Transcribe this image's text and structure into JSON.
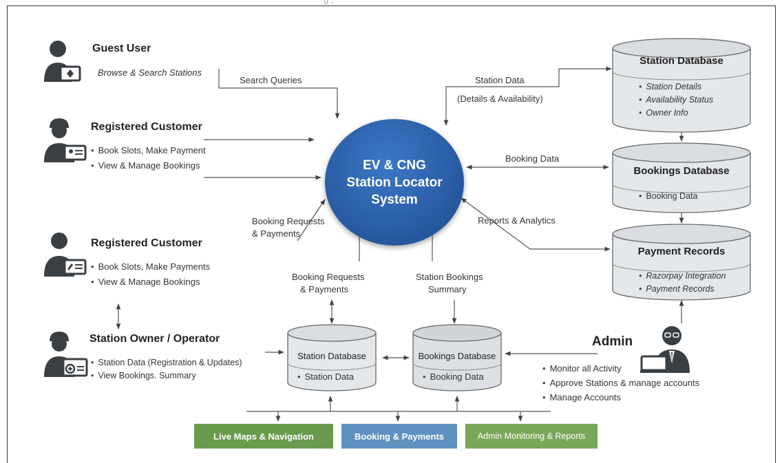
{
  "top_title_fragment": "g   , ",
  "center": {
    "line1": "EV & CNG",
    "line2": "Station Locator",
    "line3": "System"
  },
  "actors": {
    "guest": {
      "title": "Guest User",
      "sub": "Browse & Search Stations"
    },
    "customer1": {
      "title": "Registered Customer",
      "items": [
        "Book Slots, Make Payment",
        "View & Manage Bookings"
      ]
    },
    "customer2": {
      "title": "Registered Customer",
      "items": [
        "Book Slots, Make Payments",
        "View & Manage Bookings"
      ]
    },
    "owner": {
      "title": "Station Owner / Operator",
      "items": [
        "Station Data (Registration & Updates)",
        "View Bookings. Summary"
      ]
    },
    "admin": {
      "title": "Admin",
      "items": [
        "Monitor all Activity",
        "Approve Stations & manage accounts",
        "Manage Accounts"
      ]
    }
  },
  "flows": {
    "search_queries": "Search Queries",
    "station_data_line1": "Station Data",
    "station_data_line2": "(Details & Availability)",
    "booking_data": "Booking Data",
    "reports": "Reports & Analytics",
    "booking_requests_left_line1": "Booking Requests",
    "booking_requests_left_line2": "& Payments",
    "booking_requests_mid_line1": "Booking Requests",
    "booking_requests_mid_line2": "& Payments",
    "station_bookings_line1": "Station Bookings",
    "station_bookings_line2": "Summary"
  },
  "databases": {
    "station_db": {
      "title": "Station Database",
      "items": [
        "Station Details",
        "Availability Status",
        "Owner Info"
      ]
    },
    "bookings_db": {
      "title": "Bookings Database",
      "items": [
        "Booking Data"
      ]
    },
    "payment_db": {
      "title": "Payment Records",
      "items": [
        "Razorpay Integration",
        "Payment Records"
      ]
    },
    "station_db_small": {
      "title": "Station Database",
      "items": [
        "Station Data"
      ]
    },
    "bookings_db_small": {
      "title": "Bookings Database",
      "items": [
        "Booking Data"
      ]
    }
  },
  "modules": {
    "maps": "Live Maps & Navigation",
    "booking": "Booking & Payments",
    "admin": "Admin Monitoring & Reports"
  },
  "colors": {
    "center_blue": "#2b5fa8",
    "module_green": "#6a9a4e",
    "module_blue": "#5e91c0",
    "db_fill": "#e4e7ea"
  }
}
